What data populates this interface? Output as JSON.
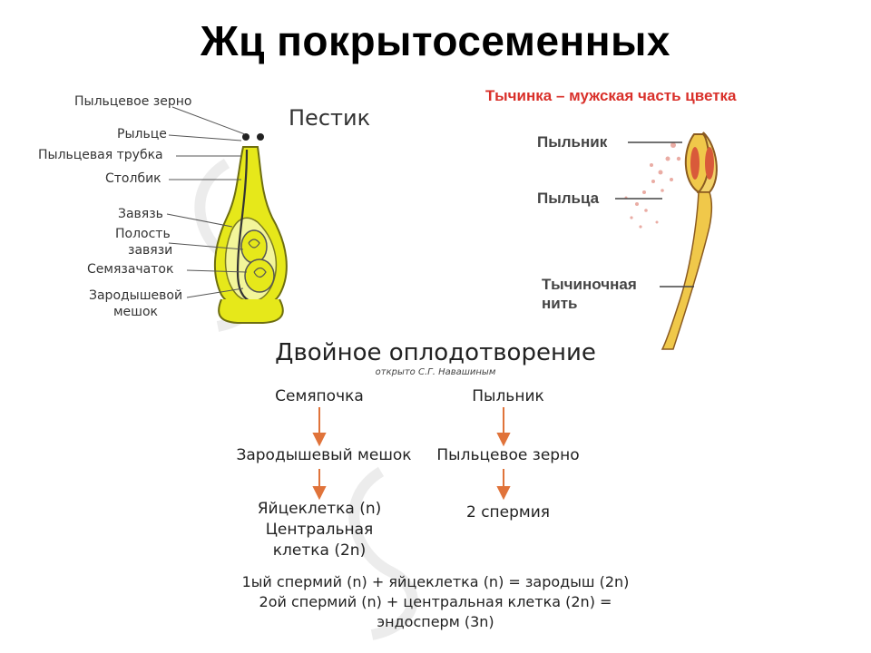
{
  "title": "Жц покрытосеменных",
  "pistil": {
    "heading": "Пестик",
    "labels": [
      "Пыльцевое зерно",
      "Рыльце",
      "Пыльцевая трубка",
      "Столбик",
      "Завязь",
      "Полость",
      "завязи",
      "Семязачаток",
      "Зародышевой",
      "мешок"
    ]
  },
  "stamen": {
    "heading": "Тычинка – мужская часть цветка",
    "labels": {
      "anther": "Пыльник",
      "pollen": "Пыльца",
      "filament1": "Тычиночная",
      "filament2": "нить"
    }
  },
  "double": {
    "heading": "Двойное оплодотворение",
    "discovered": "открыто С.Г. Навашиным",
    "left": [
      "Семяпочка",
      "Зародышевый мешок",
      "Яйцеклетка (n)",
      "Центральная",
      "клетка (2n)"
    ],
    "right": [
      "Пыльник",
      "Пыльцевое зерно",
      "2 спермия"
    ],
    "formulas": [
      "1ый спермий (n) + яйцеклетка (n) = зародыш (2n)",
      "2ой спермий (n) + центральная клетка (2n) =",
      "эндосперм (3n)"
    ]
  },
  "colors": {
    "arrow": "#e0733a",
    "pistil_fill": "#e6e81a",
    "pistil_light": "#f3f59a",
    "stamen_fill": "#f0c84a",
    "stamen_heading": "#d9302a"
  }
}
